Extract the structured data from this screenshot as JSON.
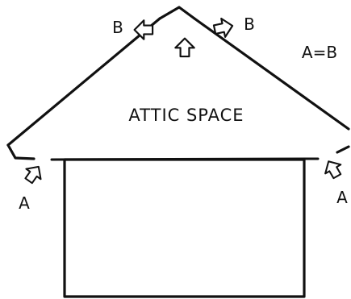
{
  "diagram": {
    "title": "ATTIC SPACE",
    "equation": "A=B",
    "inlet_label": "A",
    "outlet_label": "B",
    "arrows": [
      {
        "name": "inlet-arrow-left",
        "label": "A",
        "role": "inlet",
        "icon": "hollow-arrow-icon"
      },
      {
        "name": "inlet-arrow-right",
        "label": "A",
        "role": "inlet",
        "icon": "hollow-arrow-icon"
      },
      {
        "name": "outlet-arrow-left",
        "label": "B",
        "role": "outlet",
        "icon": "hollow-arrow-icon"
      },
      {
        "name": "outlet-arrow-center",
        "label": "",
        "role": "outlet",
        "icon": "hollow-arrow-icon"
      },
      {
        "name": "outlet-arrow-right",
        "label": "B",
        "role": "outlet",
        "icon": "hollow-arrow-icon"
      }
    ],
    "colors": {
      "ink": "#111111",
      "background": "#ffffff"
    }
  }
}
